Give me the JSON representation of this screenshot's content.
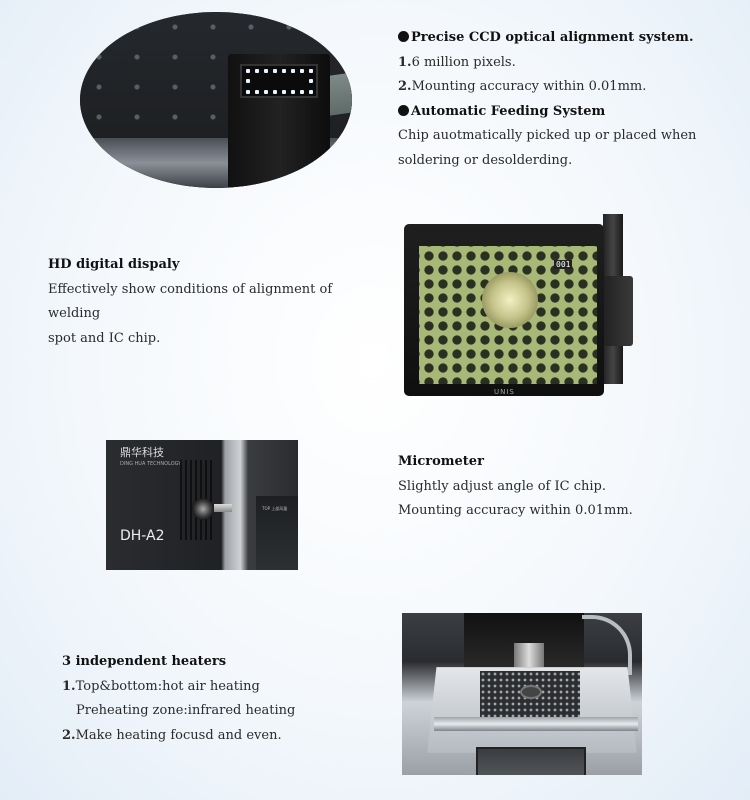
{
  "ccd": {
    "heading": "Precise CCD optical alignment system.",
    "line1_num": "1.",
    "line1_text": "6 million pixels.",
    "line2_num": "2.",
    "line2_text": "Mounting accuracy within 0.01mm."
  },
  "feeding": {
    "heading": "Automatic Feeding System",
    "line1": "Chip auotmatically picked up or placed when",
    "line2": "soldering or desolderding."
  },
  "display": {
    "heading": "HD digital dispaly",
    "line1": "Effectively show conditions of alignment of welding",
    "line2": "spot and IC chip.",
    "screen_counter": "001",
    "brand": "UNIS"
  },
  "micrometer": {
    "heading": "Micrometer",
    "line1": "Slightly adjust angle of IC chip.",
    "line2": "Mounting accuracy within 0.01mm."
  },
  "machine": {
    "brand_cn": "鼎华科技",
    "brand_en": "DING HUA TECHNOLOGY",
    "model": "DH-A2",
    "side_label": "TOP 上部风量"
  },
  "heaters": {
    "heading": "3 independent heaters",
    "line1_num": "1.",
    "line1_text": "Top&bottom:hot air heating",
    "line1b": "Preheating zone:infrared heating",
    "line2_num": "2.",
    "line2_text": "Make heating focusd and even."
  }
}
